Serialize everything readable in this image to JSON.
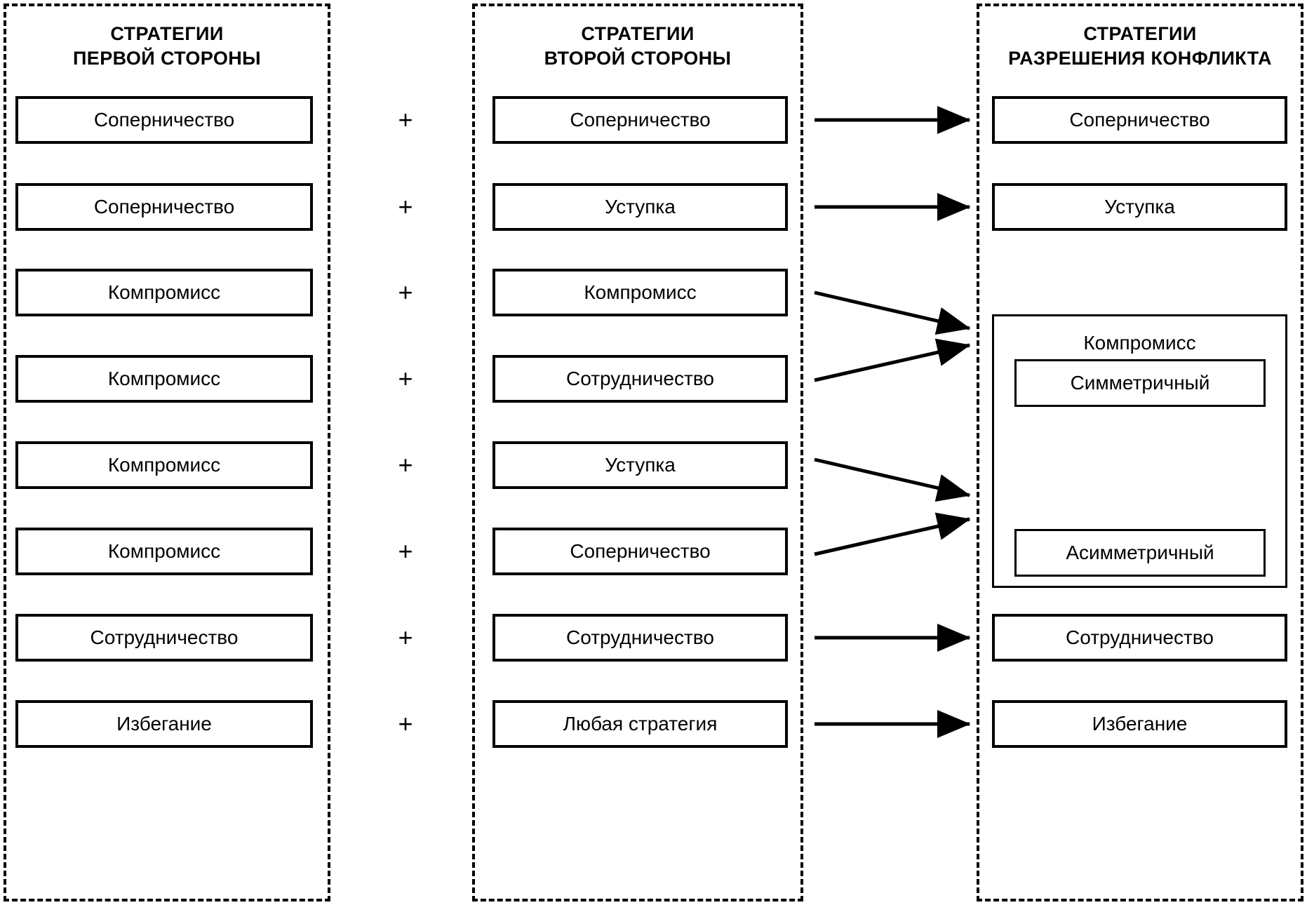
{
  "diagram": {
    "title_col1": "СТРАТЕГИИ\nПЕРВОЙ СТОРОНЫ",
    "title_col2": "СТРАТЕГИИ\nВТОРОЙ СТОРОНЫ",
    "title_col3": "СТРАТЕГИИ\nРАЗРЕШЕНИЯ КОНФЛИКТА",
    "operator": "+",
    "line_color": "#000000",
    "background": "#ffffff"
  },
  "first_party": {
    "items": [
      {
        "label": "Соперничество"
      },
      {
        "label": "Соперничество"
      },
      {
        "label": "Компромисс"
      },
      {
        "label": "Компромисс"
      },
      {
        "label": "Компромисс"
      },
      {
        "label": "Компромисс"
      },
      {
        "label": "Сотрудничество"
      },
      {
        "label": "Избегание"
      }
    ]
  },
  "second_party": {
    "items": [
      {
        "label": "Соперничество"
      },
      {
        "label": "Уступка"
      },
      {
        "label": "Компромисс"
      },
      {
        "label": "Сотрудничество"
      },
      {
        "label": "Уступка"
      },
      {
        "label": "Соперничество"
      },
      {
        "label": "Сотрудничество"
      },
      {
        "label": "Любая стратегия"
      }
    ]
  },
  "resolution": {
    "items": [
      {
        "label": "Соперничество"
      },
      {
        "label": "Уступка"
      },
      {
        "label": "Сотрудничество"
      },
      {
        "label": "Избегание"
      }
    ],
    "compromise_group": {
      "label": "Компромисс",
      "children": [
        {
          "label": "Симметричный"
        },
        {
          "label": "Асимметричный"
        }
      ]
    }
  },
  "operators": {
    "signs": [
      "+",
      "+",
      "+",
      "+",
      "+",
      "+",
      "+",
      "+"
    ]
  },
  "arrows": [
    {
      "from": "Соперничество + Соперничество",
      "to": "Соперничество"
    },
    {
      "from": "Соперничество + Уступка",
      "to": "Уступка"
    },
    {
      "from": "Компромисс + Компромисс",
      "to": "Симметричный компромисс"
    },
    {
      "from": "Компромисс + Сотрудничество",
      "to": "Симметричный компромисс"
    },
    {
      "from": "Компромисс + Уступка",
      "to": "Асимметричный компромисс"
    },
    {
      "from": "Компромисс + Соперничество",
      "to": "Асимметричный компромисс"
    },
    {
      "from": "Сотрудничество + Сотрудничество",
      "to": "Сотрудничество"
    },
    {
      "from": "Избегание + Любая стратегия",
      "to": "Избегание"
    }
  ]
}
